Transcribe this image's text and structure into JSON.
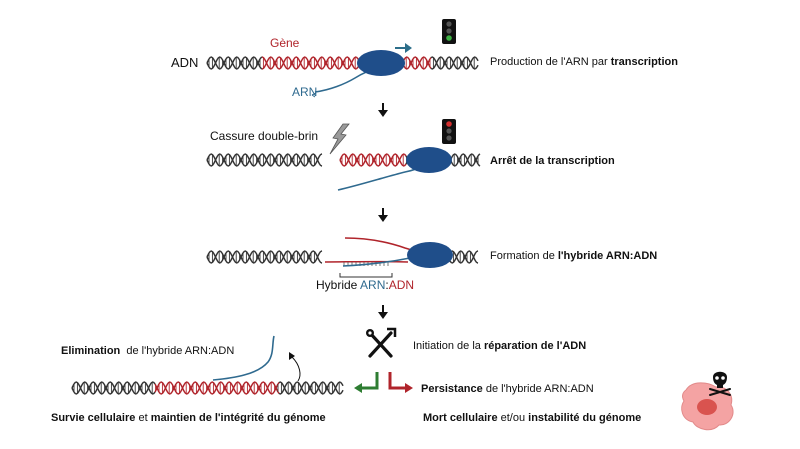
{
  "labels": {
    "adn": "ADN",
    "gene": "Gène",
    "arn": "ARN",
    "cassure": "Cassure double-brin",
    "hybride_prefix": "Hybride ",
    "hybride_arn": "ARN",
    "hybride_colon": ":",
    "hybride_adn": "ADN"
  },
  "steps": {
    "s1": {
      "pre": "Production de l'ARN par ",
      "bold": "transcription"
    },
    "s2": {
      "bold": "Arrêt de la transcription"
    },
    "s3": {
      "pre": "Formation de ",
      "bold": "l'hybride ARN:ADN"
    },
    "s4": {
      "pre": "Initiation de la ",
      "bold": "réparation de l'ADN"
    }
  },
  "outcomes": {
    "elimination": {
      "bold": "Elimination",
      "rest": "  de l'hybride ARN:ADN"
    },
    "persistance": {
      "bold": "Persistance",
      "rest": " de l'hybride ARN:ADN"
    },
    "survie": {
      "b1": "Survie cellulaire",
      "mid": " et ",
      "b2": "maintien de l'intégrité du génome"
    },
    "mort": {
      "b1": "Mort cellulaire",
      "mid": " et/ou ",
      "b2": "instabilité du génome"
    }
  },
  "colors": {
    "dna_black": "#333333",
    "dna_red": "#b0242b",
    "rna": "#2f6a8f",
    "polymerase": "#1f4e8a",
    "arrow_teal": "#2c6e8a",
    "green_arrow": "#2e7d32",
    "red_arrow": "#b0242b",
    "cell": "#f08080"
  },
  "icons": [
    "traffic-light-green-icon",
    "traffic-light-red-icon",
    "lightning-icon",
    "tools-icon",
    "skull-icon"
  ]
}
